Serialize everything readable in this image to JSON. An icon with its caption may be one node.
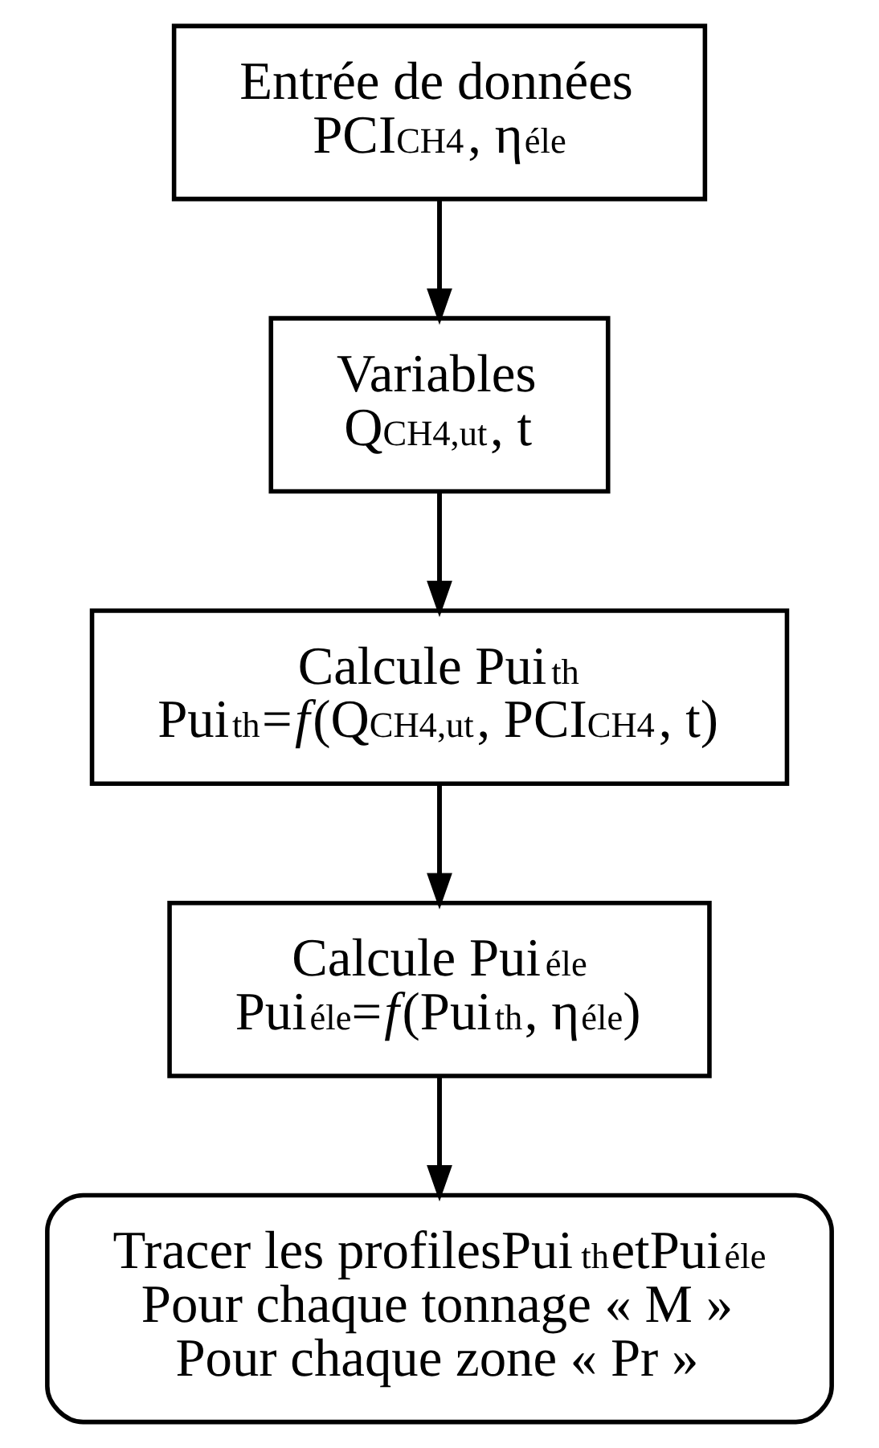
{
  "diagram": {
    "nodes": [
      {
        "text": [
          "Entrée de données",
          "PCI$_{CH4}$, η$_{éle}$"
        ]
      },
      {
        "text": [
          "Variables",
          "Q$_{CH4,ut}$, t"
        ]
      },
      {
        "text": [
          "Calcule Pui$_{th}$",
          "Pui$_{th}$=*f*(Q$_{CH4,ut}$, PCI$_{CH4}$, t)"
        ]
      },
      {
        "text": [
          "Calcule Pui$_{éle}$",
          "Pui$_{éle}$=*f*(Pui$_{th}$, η$_{éle}$)"
        ]
      },
      {
        "text": [
          "Tracer les profilesPui$_{th}$etPui$_{éle}$",
          "Pour chaque tonnage « M »",
          "Pour chaque zone « Pr »"
        ]
      }
    ],
    "edges": [
      {
        "from": 0,
        "to": 1,
        "arrow": "to"
      },
      {
        "from": 1,
        "to": 2,
        "arrow": "to"
      },
      {
        "from": 2,
        "to": 3,
        "arrow": "to"
      },
      {
        "from": 3,
        "to": 4,
        "arrow": "to"
      }
    ]
  }
}
